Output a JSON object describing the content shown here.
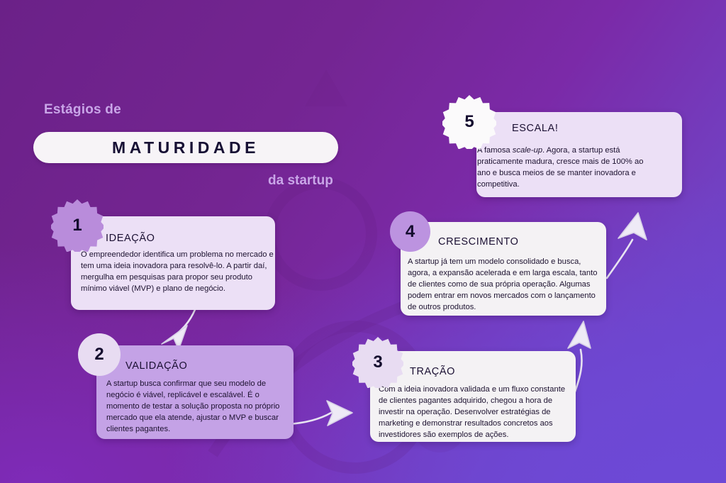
{
  "header": {
    "kicker": "Estágios de",
    "title": "MATURIDADE",
    "subkicker": "da startup"
  },
  "colors": {
    "bg_deep_purple": "#6b2188",
    "bg_blue_violet": "#6b46d0",
    "title_pill_bg": "#f7f4f7",
    "title_text": "#171034",
    "kicker_text": "#c9a6e8",
    "card_light_lavender": "#ece0f6",
    "card_medium_purple": "#c4a2e6",
    "card_white": "#f4f2f4",
    "badge_medium_purple": "#b98cdb",
    "badge_light_lavender": "#e8dcf2",
    "badge_white": "#fbfafb",
    "badge_number": "#140c2e",
    "arrow_stroke": "#e8e3f2"
  },
  "stages": [
    {
      "number": "1",
      "title": "IDEAÇÃO",
      "body": "O empreendedor identifica um problema no mercado e tem uma ideia inovadora para resolvê-lo. A partir daí, mergulha em pesquisas para propor seu produto mínimo viável (MVP) e plano de negócio.",
      "badge_shape": "star",
      "badge_color": "#b98cdb",
      "card_color": "#ece0f6"
    },
    {
      "number": "2",
      "title": "VALIDAÇÃO",
      "body": "A startup busca confirmar que seu modelo de negócio é viável, replicável e escalável. É o momento de testar a solução proposta no próprio mercado que ela atende, ajustar o MVP e buscar clientes pagantes.",
      "badge_shape": "circle",
      "badge_color": "#e8dcf2",
      "card_color": "#c4a2e6"
    },
    {
      "number": "3",
      "title": "TRAÇÃO",
      "body": "Com a ideia inovadora validada e um fluxo constante de clientes pagantes adquirido, chegou a hora de investir na operação. Desenvolver estratégias de marketing e demonstrar resultados concretos aos investidores são exemplos de ações.",
      "badge_shape": "star",
      "badge_color": "#e8dcf2",
      "card_color": "#f4f2f4"
    },
    {
      "number": "4",
      "title": "CRESCIMENTO",
      "body": "A startup já tem um modelo consolidado e busca, agora, a expansão acelerada e em larga escala, tanto de clientes como de sua própria operação. Algumas podem entrar em novos mercados com o lançamento de outros produtos.",
      "badge_shape": "circle",
      "badge_color": "#bc93e0",
      "card_color": "#f4f2f4"
    },
    {
      "number": "5",
      "title": "ESCALA!",
      "body_pre": "A famosa ",
      "body_em": "scale-up",
      "body_post": ". Agora, a startup está praticamente madura, cresce mais de 100% ao ano e busca meios de se manter inovadora e competitiva.",
      "badge_shape": "star",
      "badge_color": "#fbfafb",
      "card_color": "#ece0f6"
    }
  ],
  "arrows": [
    {
      "name": "arrow-stage1-to-stage2",
      "direction": "down"
    },
    {
      "name": "arrow-stage2-to-stage3",
      "direction": "right"
    },
    {
      "name": "arrow-stage3-to-stage4",
      "direction": "up"
    },
    {
      "name": "arrow-stage4-to-stage5",
      "direction": "up-right"
    }
  ]
}
